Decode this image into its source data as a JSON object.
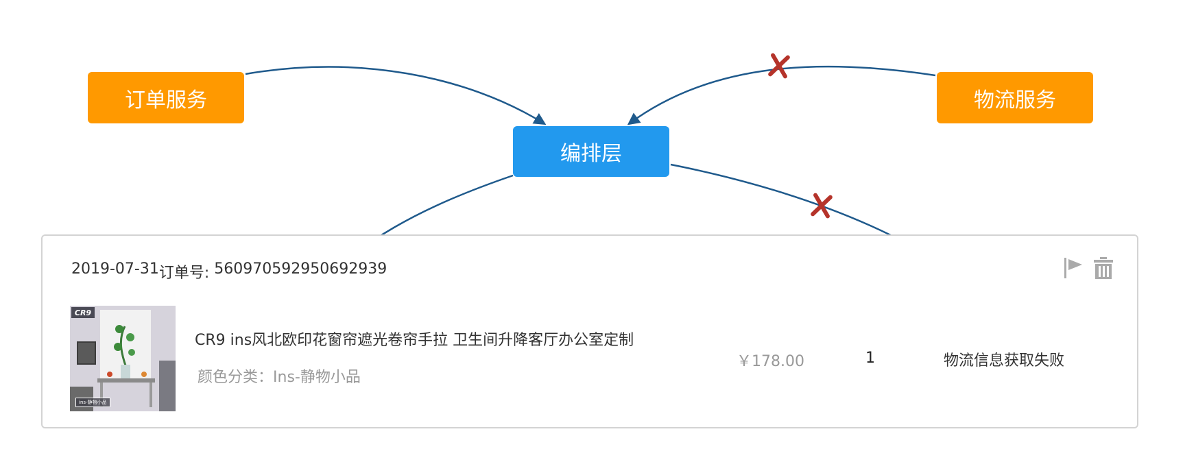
{
  "nodes": {
    "order_service": "订单服务",
    "logistics_service": "物流服务",
    "orchestration": "编排层"
  },
  "order": {
    "date": "2019-07-31",
    "order_label": "订单号: ",
    "order_number": "560970592950692939",
    "product_title": "CR9 ins风北欧印花窗帘遮光卷帘手拉 卫生间升降客厅办公室定制",
    "sku_label": "颜色分类：",
    "sku_value": "Ins-静物小品",
    "price": "￥178.00",
    "quantity": "1",
    "logistics_status": "物流信息获取失败",
    "thumbnail_logo": "CR9",
    "thumbnail_tag": "ins-静物小品"
  },
  "colors": {
    "service_node": "#FF9900",
    "orchestration_node": "#2299EE",
    "arrow": "#1F5A8C",
    "failure_mark": "#B5332A"
  },
  "icons": [
    "flag-icon",
    "trash-icon"
  ]
}
